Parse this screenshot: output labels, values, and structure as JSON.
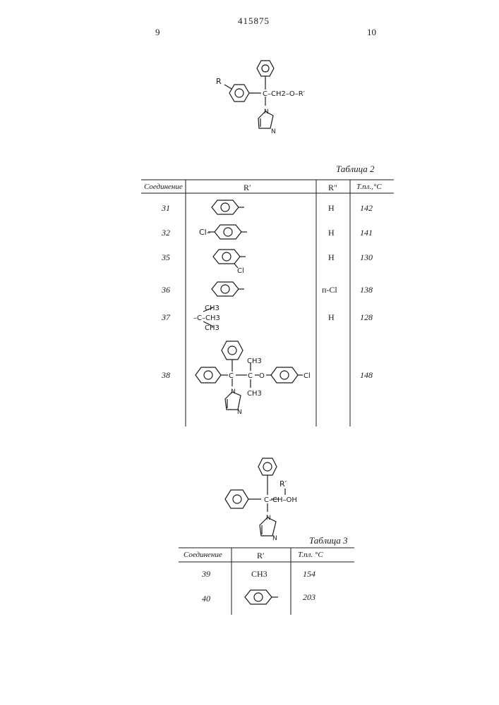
{
  "page": {
    "left_number": "9",
    "patent_number": "415875",
    "right_number": "10"
  },
  "structure_top": {
    "R": "R",
    "chain": "C–CH2–O–R′",
    "imidazole_N1": "N",
    "imidazole_N3": "N"
  },
  "table2": {
    "caption": "Таблица 2",
    "headers": [
      "Соединение",
      "R′",
      "R″",
      "Т.пл.,°С"
    ],
    "rows": [
      {
        "compound": "31",
        "r1": "",
        "r2": "H",
        "mp": "142"
      },
      {
        "compound": "32",
        "r1": "Cl–",
        "r2": "H",
        "mp": "141"
      },
      {
        "compound": "35",
        "r1": "Cl",
        "r2": "H",
        "mp": "130"
      },
      {
        "compound": "36",
        "r1": "",
        "r2": "п-Cl",
        "mp": "138"
      },
      {
        "compound": "37",
        "r1": "–C(CH3)3",
        "r2": "H",
        "mp": "128"
      },
      {
        "compound": "38",
        "r1": "",
        "r2": "",
        "mp": "148"
      }
    ],
    "tbutyl": {
      "ch3_a": "CH3",
      "c": "–C–CH3",
      "ch3_c": "CH3"
    },
    "row38": {
      "ch3_top": "CH3",
      "c_center": "C",
      "ch3_bottom": "CH3",
      "o": "O",
      "cl": "Cl",
      "c_left": "C",
      "n1": "N",
      "n3": "N"
    }
  },
  "structure_bottom": {
    "r_label": "R′",
    "chain": "C–CH–OH",
    "imidazole_N1": "N",
    "imidazole_N3": "N"
  },
  "table3": {
    "caption": "Таблица 3",
    "headers": [
      "Соединение",
      "R′",
      "Т.пл. °С"
    ],
    "rows": [
      {
        "compound": "39",
        "r1": "CH3",
        "mp": "154"
      },
      {
        "compound": "40",
        "r1": "",
        "mp": "203"
      }
    ]
  }
}
